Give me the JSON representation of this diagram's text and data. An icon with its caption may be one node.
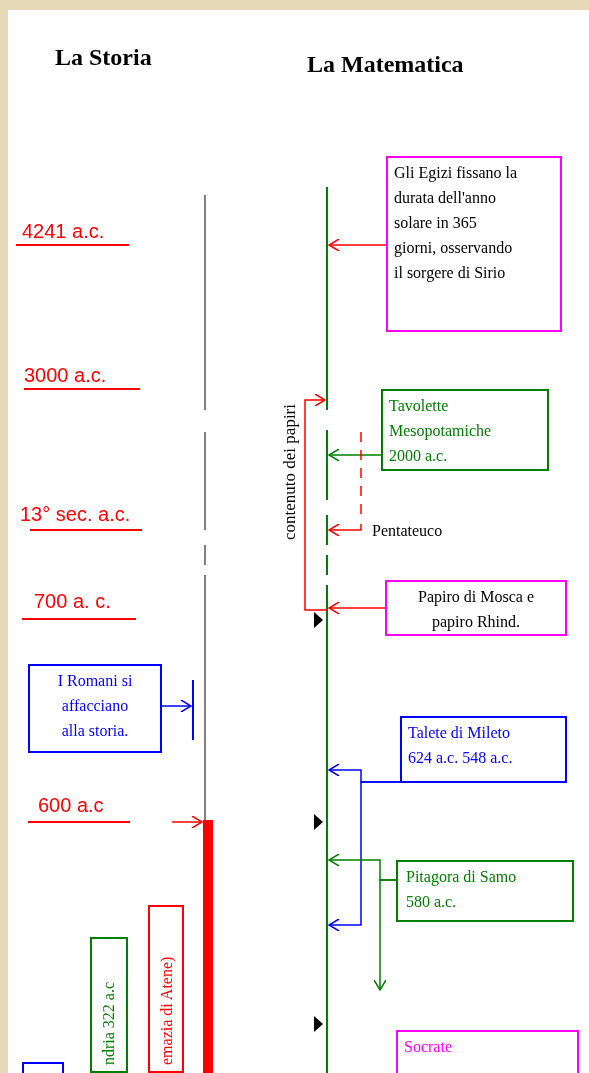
{
  "diagram": {
    "nodes": [
      {
        "text": [],
        "shape": "bar"
      },
      {
        "text": [],
        "shape": "bar"
      },
      {
        "text": [
          "Gli Egizi fissano la durata dell'anno solare in 365 giorni, osservando il sorgere di Sirio"
        ]
      },
      {
        "text": [
          "Tavolette Mesopotamiche 2000 a.c."
        ]
      },
      {
        "text": [
          "Pentateuco"
        ]
      },
      {
        "text": [
          "Papiro di Mosca e papiro Rhind."
        ]
      },
      {
        "text": [
          "I Romani si affacciano alla storia."
        ]
      },
      {
        "text": [],
        "shape": "bar"
      },
      {
        "text": [
          "Talete di Mileto 624 a.c. 548 a.c."
        ]
      },
      {
        "text": [
          "Pitagora di Samo 580 a.c."
        ]
      },
      {
        "text": [],
        "shape": "bar"
      },
      {
        "text": [
          "ndria 322 a.c"
        ]
      },
      {
        "text": [
          "emazia di Atene)"
        ]
      },
      {
        "text": [
          "Socrate"
        ]
      },
      {
        "text": [],
        "shape": "box"
      }
    ],
    "edges": [
      {
        "from": 2,
        "to": 1,
        "arrow": "to",
        "color": "#ff0000"
      },
      {
        "from": 3,
        "to": 1,
        "arrow": "to",
        "color": "#008000"
      },
      {
        "from": 4,
        "to": 1,
        "arrow": "to",
        "color": "#ff0000"
      },
      {
        "from": 5,
        "to": 1,
        "arrow": "to",
        "color": "#ff0000"
      },
      {
        "from": null,
        "to": 1,
        "arrow": "to",
        "label": "contenuto dei papiri",
        "color": "#ff0000"
      },
      {
        "from": 6,
        "to": 7,
        "arrow": "to",
        "color": "#0000ff"
      },
      {
        "from": 8,
        "to": 1,
        "arrow": "to",
        "color": "#0000ff"
      },
      {
        "from": 8,
        "to": 1,
        "arrow": "to",
        "color": "#0000ff"
      },
      {
        "from": 9,
        "to": 1,
        "arrow": "to",
        "color": "#008000"
      },
      {
        "from": 9,
        "to": null,
        "arrow": "to",
        "color": "#008000"
      },
      {
        "from": null,
        "to": 10,
        "arrow": "to",
        "color": "#ff0000"
      }
    ],
    "labels": [
      "La Storia",
      "La Matematica",
      "4241 a.c.",
      "3000 a.c.",
      "13° sec. a.c.",
      "700 a. c.",
      "600 a.c"
    ]
  }
}
